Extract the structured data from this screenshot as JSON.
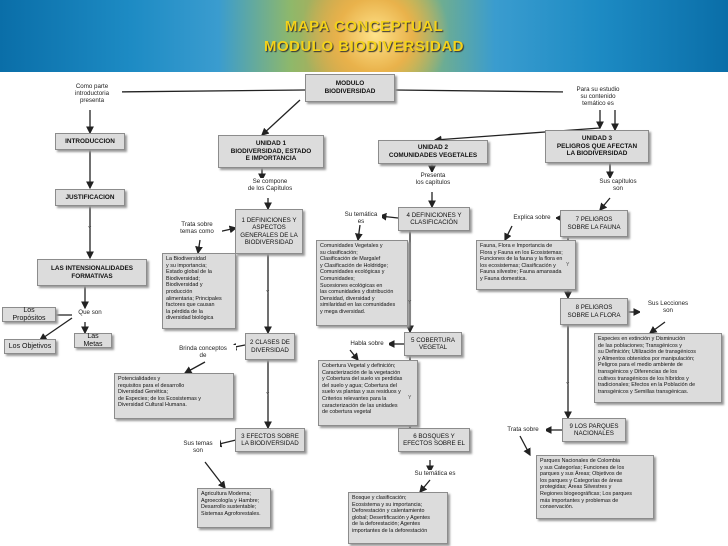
{
  "header": {
    "line1": "MAPA CONCEPTUAL",
    "line2": "MODULO BIODIVERSIDAD"
  },
  "diagram": {
    "root": "MODULO\nBIODIVERSIDAD",
    "left_branch": {
      "connector": "Como parte\nintroductoria\npresenta",
      "introduccion": "INTRODUCCION",
      "justificacion": "JUSTIFICACION",
      "intencionalidades": "LAS INTENSIONALIDADES\nFORMATIVAS",
      "que_son": "Que son",
      "propositos": "Los Propósitos",
      "metas": "Las Metas",
      "objetivos": "Los Objetivos"
    },
    "right_connector": "Para su estudio\nsu contenido\ntemático es",
    "unidad1": {
      "title": "UNIDAD 1\nBIODIVERSIDAD, ESTADO\nE IMPORTANCIA",
      "connector": "Se compone\nde los Capítulos",
      "cap1": "1 DEFINICIONES Y\nASPECTOS\nGENERALES DE LA\nBIODIVERSIDAD",
      "cap1_connector": "Trata sobre\ntemas como",
      "cap1_detail": "La Biodiversidad\ny su importancia;\nEstado global de la\nBiodiversidad;\nBiodiversidad y\nproducción\nalimentaria; Principales\nfactores que causan\nla pérdida de la\ndiversidad biológica",
      "cap2": "2 CLASES DE\nDIVERSIDAD",
      "cap2_connector": "Brinda conceptos\nde",
      "cap2_detail": "Potencialidades y\nrequisitos para el desarrollo\nDiversidad Genética;\nde Especies; de los Ecosistemas y\nDiversidad Cultural Humana.",
      "cap3": "3 EFECTOS SOBRE\nLA BIODIVERSIDAD",
      "cap3_connector": "Sus temas\nson",
      "cap3_detail": "Agricultura Moderna;\nAgroecología y Hambre;\nDesarrollo sustentable;\nSistemas Agroforestales."
    },
    "unidad2": {
      "title": "UNIDAD 2\nCOMUNIDADES VEGETALES",
      "connector": "Presenta\nlos capítulos",
      "cap4": "4 DEFINICIONES Y\nCLASIFICACIÓN",
      "cap4_connector": "Su temática\nes",
      "cap4_detail": "Comunidades Vegetales y\nsu clasificación;\nClasificación de Margalef\ny Clasificación de Holdridge;\nComunidades ecológicas y\nComunidades;\nSucesiones ecológicas en\nlas comunidades y distribución\nDensidad, diversidad y\nsimilaridad en las comunidades\ny mega diversidad.",
      "cap5": "5 COBERTURA\nVEGETAL",
      "cap5_connector": "Habla sobre",
      "cap5_detail": "Cobertura Vegetal y definición;\nCaracterización de la vegetación\ny Cobertura del suelo vs perdidas\ndel suelo y agua; Cobertura del\nsuelo vs plantas y sus residuos y\nCriterios relevantes para la\ncaracterización de las unidades\nde cobertura vegetal",
      "cap6": "6 BOSQUES Y\nEFECTOS SOBRE EL",
      "cap6_connector": "Su temática es",
      "cap6_detail": "Bosque y clasificación;\nEcosistema y su importancia;\nDeforestación y calentamiento\nglobal; Desertificación y Agentes\nde la deforestación; Agentes\nimportantes de la deforestación"
    },
    "unidad3": {
      "title": "UNIDAD 3\nPELIGROS QUE AFECTAN\nLA BIODIVERSIDAD",
      "connector": "Sus capítulos\nson",
      "cap7": "7 PELIGROS\nSOBRE LA FAUNA",
      "cap7_connector": "Explica sobre",
      "cap7_detail": "Fauna, Flora e Importancia de\nFlora y Fauna en los Ecosistemas;\nFunciones de la fauna y la flora en\nlos ecosistemas; Clasificación y\nFauna silvestre; Fauna amansada\ny Fauna domestica.",
      "cap8": "8 PELIGROS\nSOBRE LA FLORA",
      "cap8_connector": "Sus Lecciones\nson",
      "cap8_detail": "Especies en extinción y Disminución\nde las poblaciones; Transgénicos y\nsu Definición; Utilización de transgénicos\ny Alimentos obtenidos por manipulación;\nPeligros para el medio ambiente de\ntransgénicos y Diferencias de los\ncultivos transgénicos de los híbridos y\ntradicionales; Efectos en la Población de\ntransgénicos y Semillas transgénicas.",
      "cap9": "9 LOS PARQUES\nNACIONALES",
      "cap9_connector": "Trata sobre",
      "cap9_detail": "Parques Nacionales de Colombia\ny sus Categorías; Funciones de los\nparques y sus Áreas; Objetivos de\nlos parques y Categorías de áreas\nprotegidas; Áreas Silvestres y\nRegiones biogeográficas; Los parques\nmás importantes y problemas de\nconservación."
    },
    "y_mark": "Y"
  },
  "colors": {
    "title": "#f4d21a",
    "box_fill": "#dcdcdc",
    "box_border": "#8c8c8c",
    "arrow": "#222222"
  }
}
